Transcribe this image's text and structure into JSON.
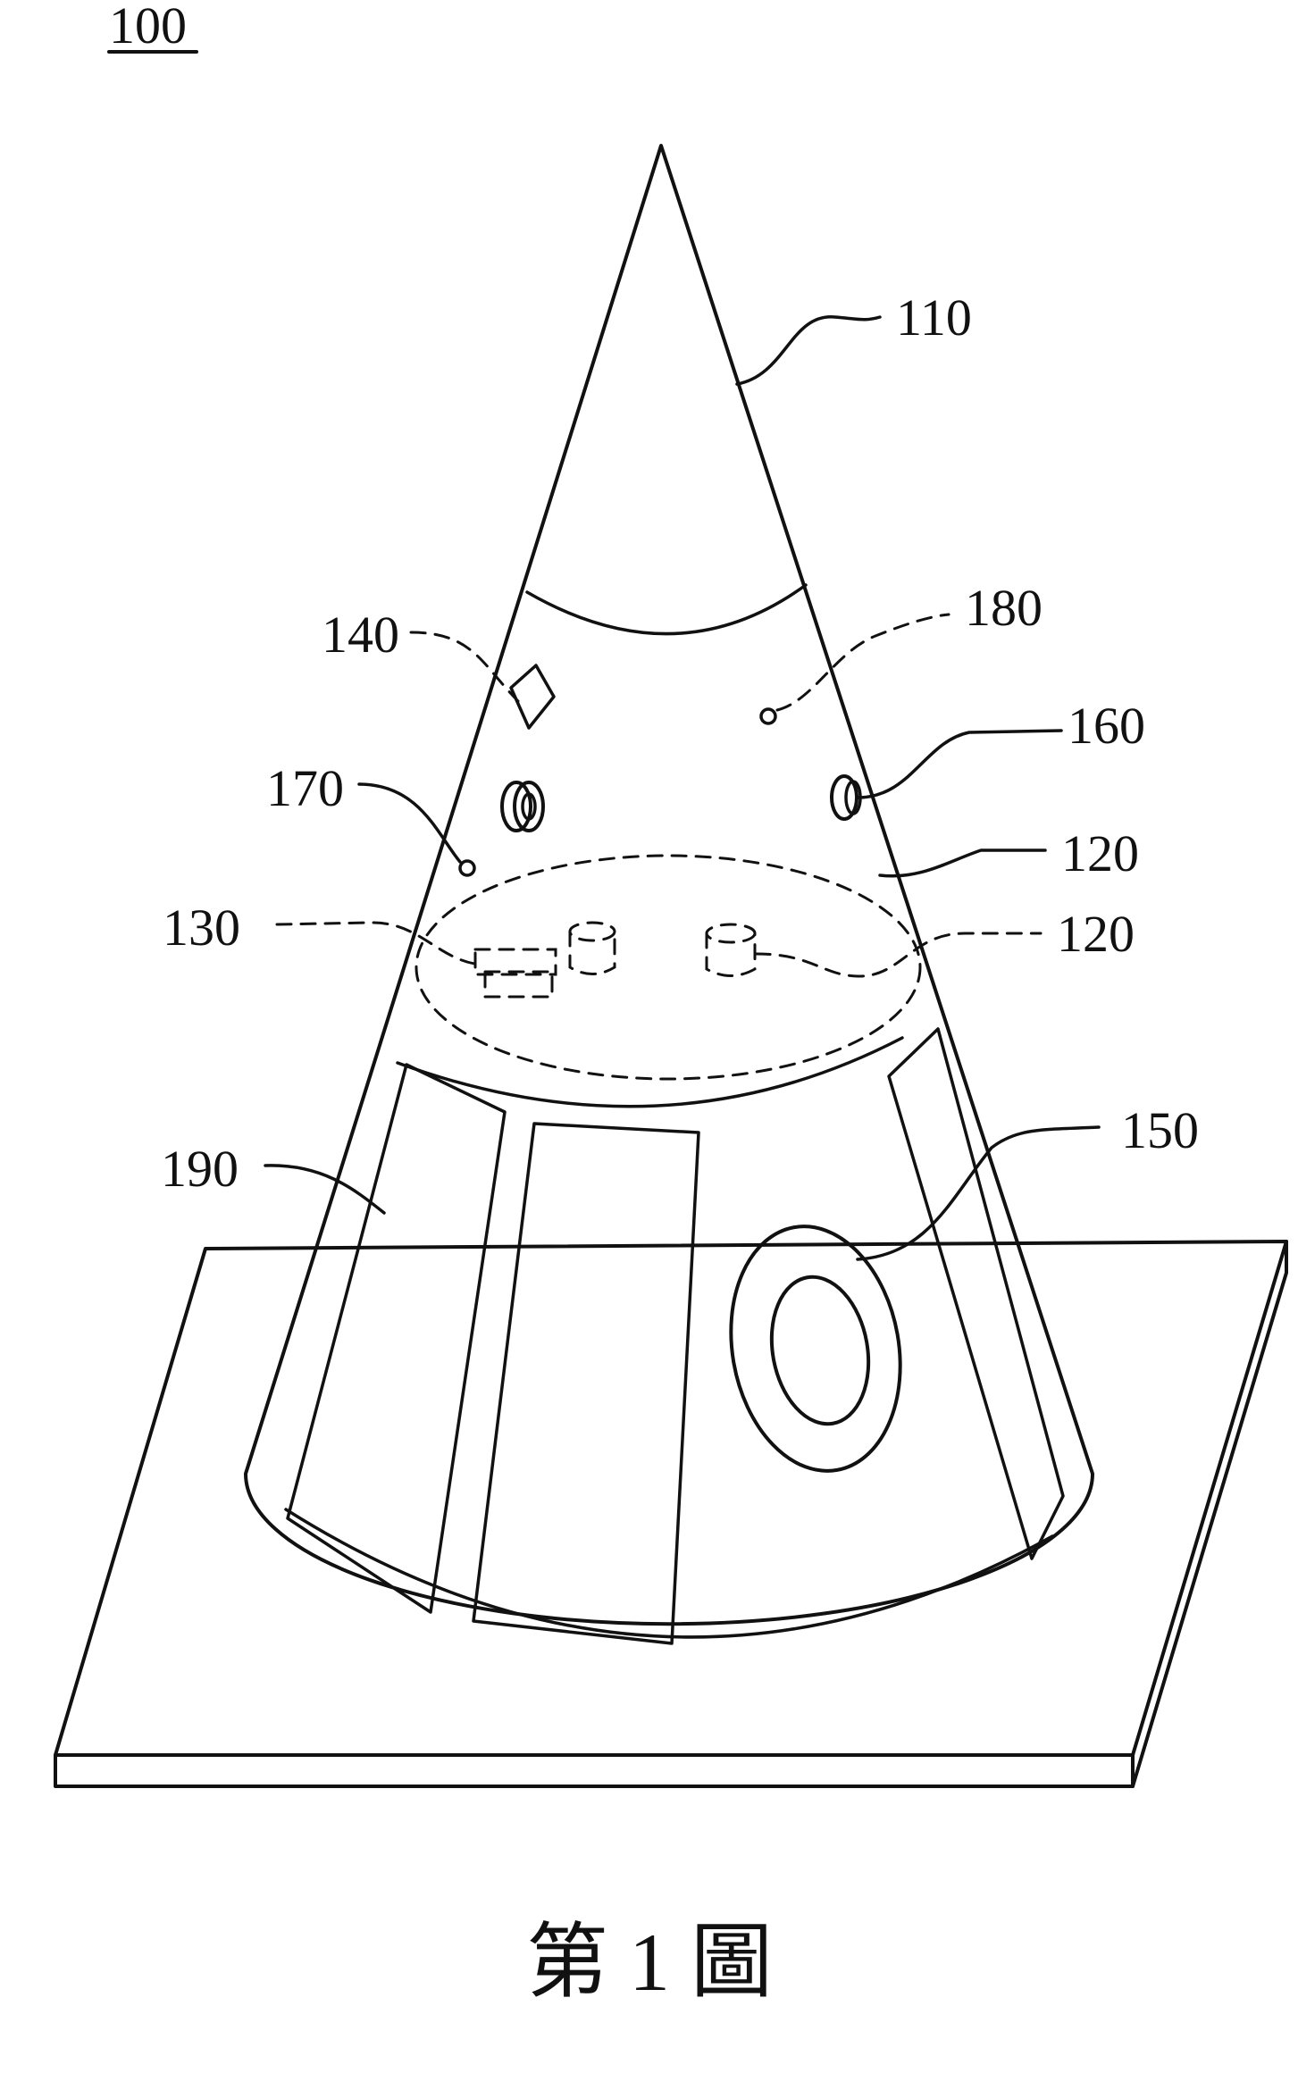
{
  "figure": {
    "id_label": "100",
    "caption": "第 1 圖",
    "labels": {
      "l110": "110",
      "l180": "180",
      "l140": "140",
      "l160": "160",
      "l170": "170",
      "l120a": "120",
      "l130": "130",
      "l120b": "120",
      "l150": "150",
      "l190": "190"
    }
  }
}
